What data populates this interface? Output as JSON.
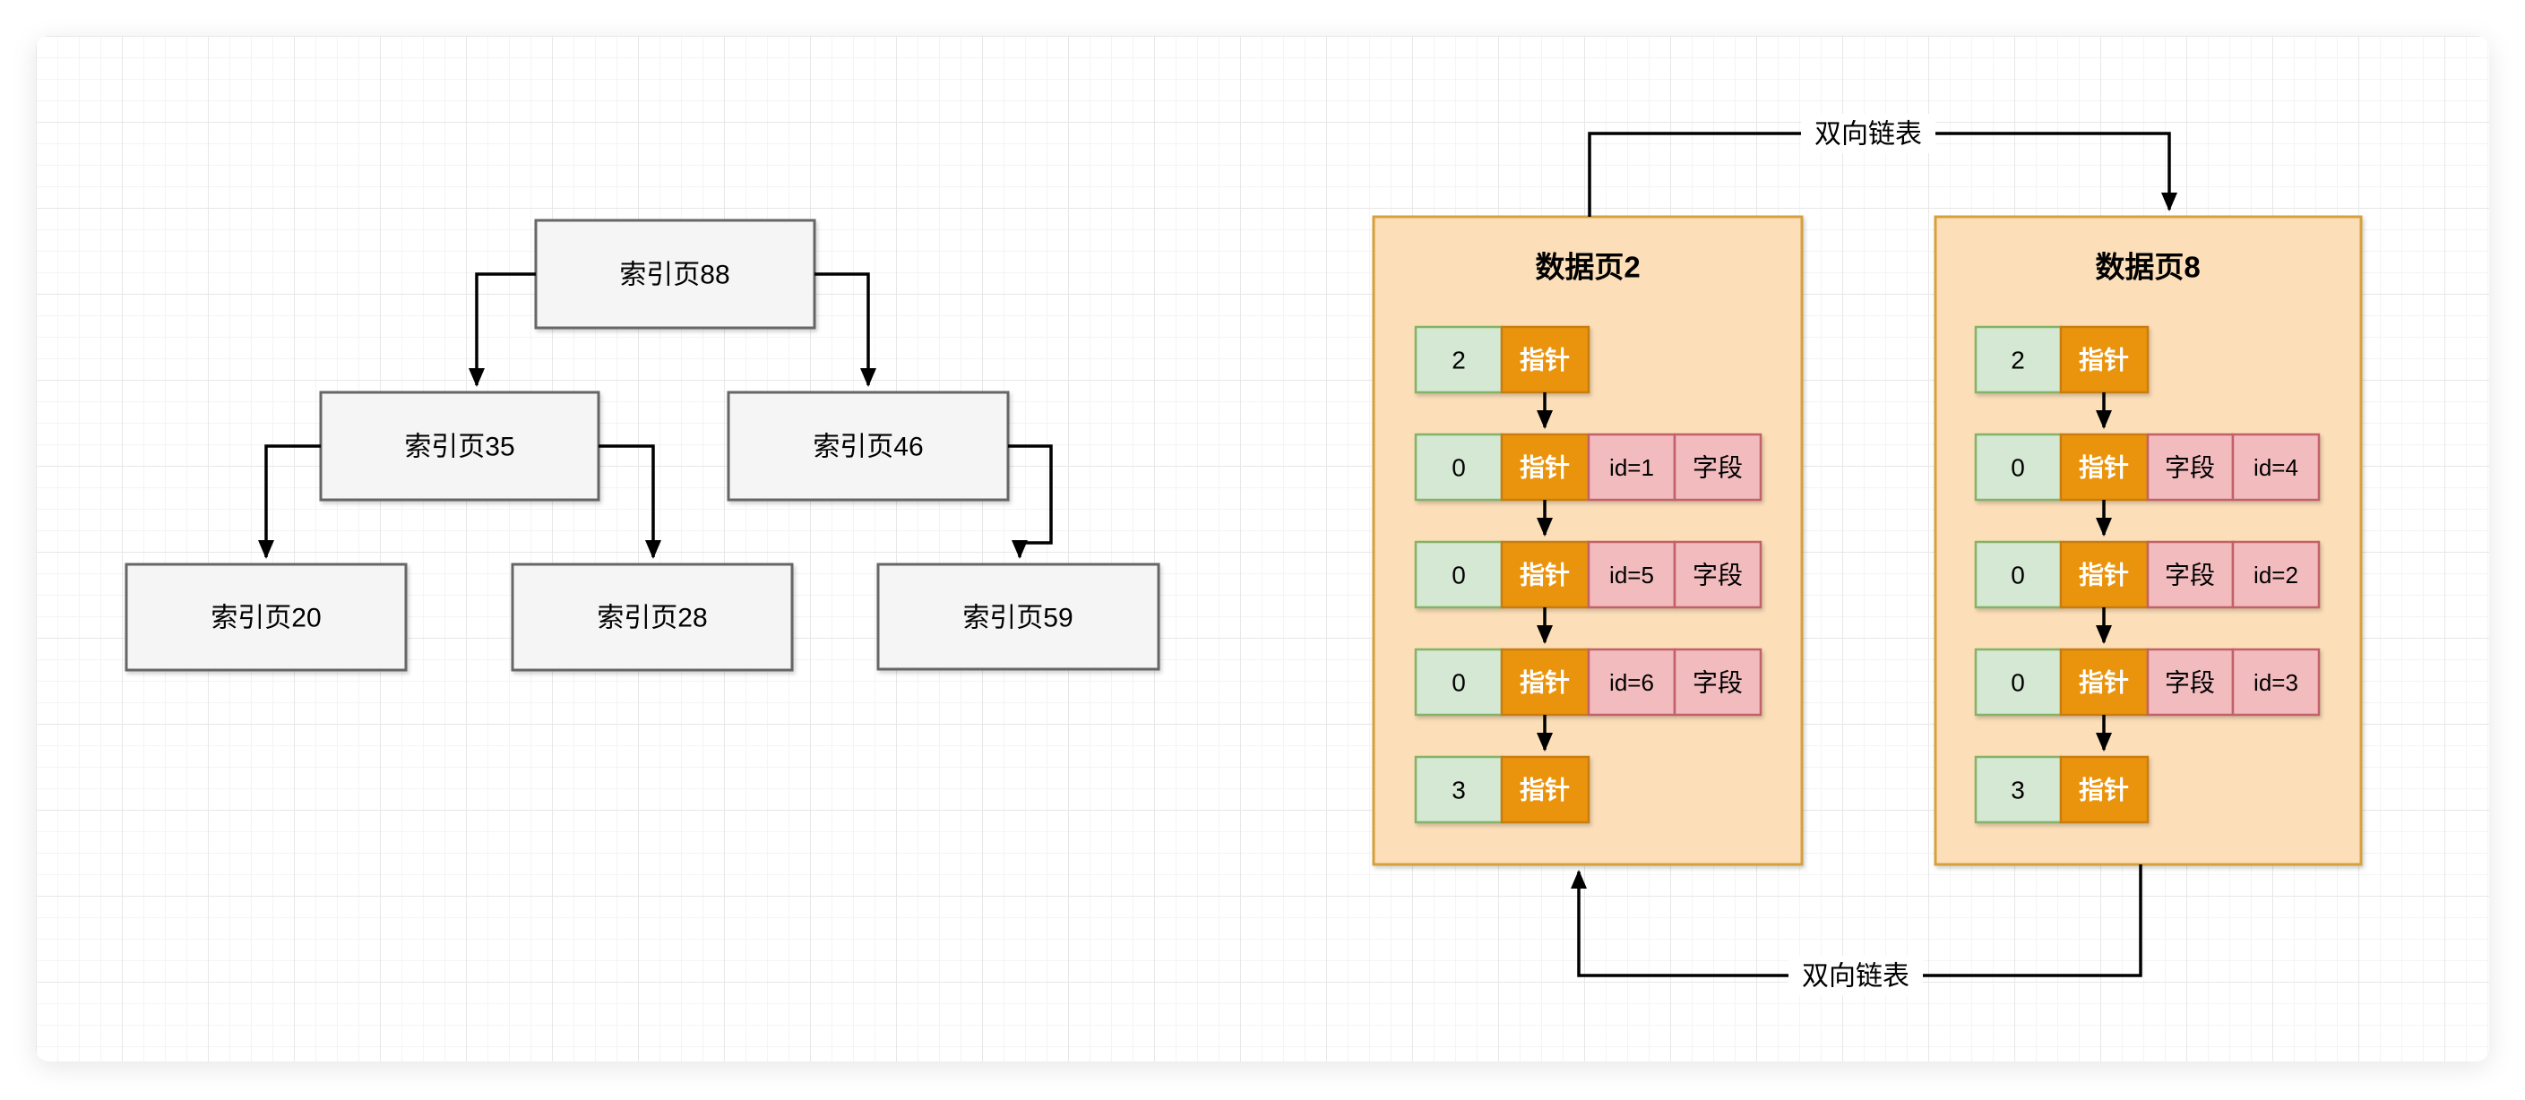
{
  "diagram": {
    "index_tree": {
      "nodes": [
        {
          "label": "索引页88"
        },
        {
          "label": "索引页35"
        },
        {
          "label": "索引页46"
        },
        {
          "label": "索引页20"
        },
        {
          "label": "索引页28"
        },
        {
          "label": "索引页59"
        }
      ]
    },
    "pages": [
      {
        "title": "数据页2",
        "rows": [
          {
            "cells": [
              {
                "type": "count",
                "text": "2"
              },
              {
                "type": "pointer",
                "text": "指针"
              }
            ]
          },
          {
            "cells": [
              {
                "type": "count",
                "text": "0"
              },
              {
                "type": "pointer",
                "text": "指针"
              },
              {
                "type": "id",
                "text": "id=1"
              },
              {
                "type": "field",
                "text": "字段"
              }
            ]
          },
          {
            "cells": [
              {
                "type": "count",
                "text": "0"
              },
              {
                "type": "pointer",
                "text": "指针"
              },
              {
                "type": "id",
                "text": "id=5"
              },
              {
                "type": "field",
                "text": "字段"
              }
            ]
          },
          {
            "cells": [
              {
                "type": "count",
                "text": "0"
              },
              {
                "type": "pointer",
                "text": "指针"
              },
              {
                "type": "id",
                "text": "id=6"
              },
              {
                "type": "field",
                "text": "字段"
              }
            ]
          },
          {
            "cells": [
              {
                "type": "count",
                "text": "3"
              },
              {
                "type": "pointer",
                "text": "指针"
              }
            ]
          }
        ]
      },
      {
        "title": "数据页8",
        "rows": [
          {
            "cells": [
              {
                "type": "count",
                "text": "2"
              },
              {
                "type": "pointer",
                "text": "指针"
              }
            ]
          },
          {
            "cells": [
              {
                "type": "count",
                "text": "0"
              },
              {
                "type": "pointer",
                "text": "指针"
              },
              {
                "type": "field",
                "text": "字段"
              },
              {
                "type": "id",
                "text": "id=4"
              }
            ]
          },
          {
            "cells": [
              {
                "type": "count",
                "text": "0"
              },
              {
                "type": "pointer",
                "text": "指针"
              },
              {
                "type": "field",
                "text": "字段"
              },
              {
                "type": "id",
                "text": "id=2"
              }
            ]
          },
          {
            "cells": [
              {
                "type": "count",
                "text": "0"
              },
              {
                "type": "pointer",
                "text": "指针"
              },
              {
                "type": "field",
                "text": "字段"
              },
              {
                "type": "id",
                "text": "id=3"
              }
            ]
          },
          {
            "cells": [
              {
                "type": "count",
                "text": "3"
              },
              {
                "type": "pointer",
                "text": "指针"
              }
            ]
          }
        ]
      }
    ],
    "links": {
      "top": {
        "label": "双向链表"
      },
      "bottom": {
        "label": "双向链表"
      }
    },
    "colors": {
      "page_fill": "#fcdfb9",
      "page_stroke": "#d6a03c",
      "count_fill": "#d5e8d4",
      "count_stroke": "#82b366",
      "pointer_fill": "#ea940e",
      "pointer_stroke": "#c87d0e",
      "record_fill": "#f2bbbe",
      "record_stroke": "#c26169",
      "index_node_fill": "#f5f5f5",
      "index_node_stroke": "#666666",
      "connector": "#000000"
    }
  }
}
